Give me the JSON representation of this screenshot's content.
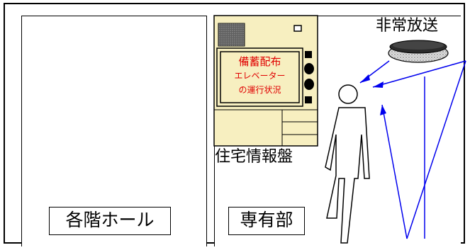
{
  "rooms": {
    "hall_label": "各階ホール",
    "unit_label": "専有部"
  },
  "panel": {
    "title": "住宅情報盤",
    "display_lines": [
      "備蓄配布",
      "エレベーター",
      "の運行状況"
    ]
  },
  "broadcast": {
    "label": "非常放送"
  },
  "colors": {
    "panel_fill": "#f7efc0",
    "display_text": "#e00000",
    "sound_lines": "#0000ee"
  },
  "icons": [
    "speaker-icon",
    "person-icon"
  ]
}
